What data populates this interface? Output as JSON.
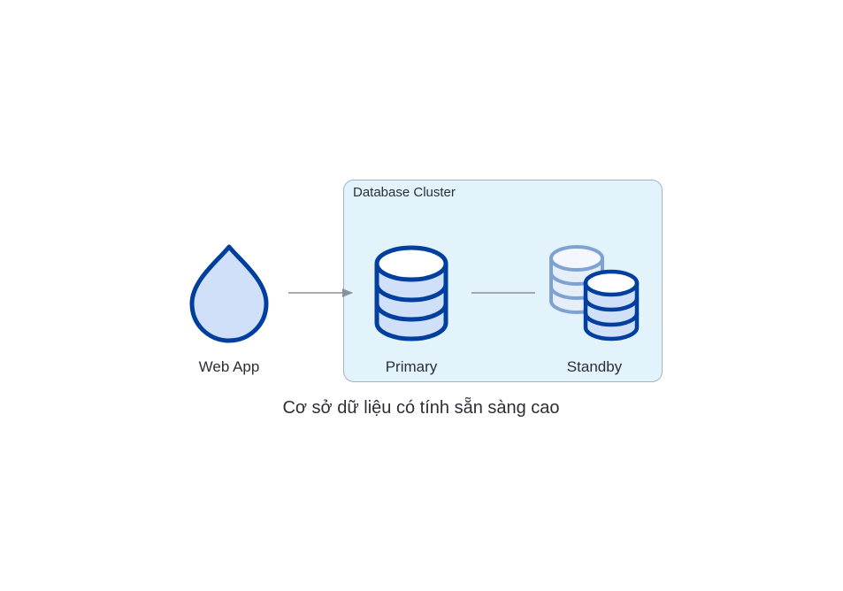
{
  "diagram": {
    "caption": "Cơ sở dữ liệu có tính sẵn sàng cao",
    "cluster": {
      "label": "Database Cluster"
    },
    "nodes": {
      "web_app": {
        "label": "Web App",
        "icon": "droplet-icon"
      },
      "primary": {
        "label": "Primary",
        "icon": "database-icon"
      },
      "standby": {
        "label": "Standby",
        "icon": "databases-icon"
      }
    },
    "edges": [
      {
        "from": "Web App",
        "to": "Primary",
        "directed": true
      },
      {
        "from": "Primary",
        "to": "Standby",
        "directed": false
      }
    ],
    "colors": {
      "stroke": "#003f9e",
      "fill": "#d0e0f9",
      "standby_back_stroke": "#7ea3d3",
      "standby_back_fill": "#e6eefa",
      "edge": "#8a9299",
      "cluster_bg": "#e3f3fc",
      "cluster_border": "#9fb3c4"
    }
  }
}
